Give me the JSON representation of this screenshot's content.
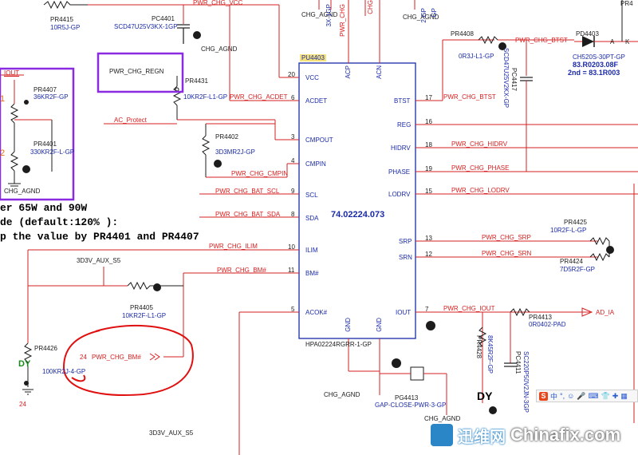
{
  "labels": {
    "ic_ref": "PU4403",
    "ic_code": "74.02224.073",
    "ic_part": "HPA02224RGRR-1-GP",
    "pins_left": [
      "VCC",
      "ACDET",
      "CMPOUT",
      "CMPIN",
      "SCL",
      "SDA",
      "ILIM",
      "BM#",
      "ACOK#"
    ],
    "pins_left_num": [
      "20",
      "6",
      "3",
      "4",
      "9",
      "8",
      "10",
      "11",
      "5"
    ],
    "pins_right": [
      "BTST",
      "REG",
      "HIDRV",
      "PHASE",
      "LODRV",
      "SRP",
      "SRN",
      "IOUT"
    ],
    "pins_right_num": [
      "17",
      "16",
      "18",
      "19",
      "15",
      "13",
      "12",
      "7"
    ],
    "pins_top": [
      "ACP",
      "ACN"
    ],
    "pins_bottom": [
      "GND",
      "GND"
    ],
    "nets": {
      "vcc_top": "PWR_CHG_VCC",
      "acdet": "PWR_CHG_ACDET",
      "ac_protect": "AC_Protect",
      "cmpin": "PWR_CHG_CMPIN",
      "scl": "PWR_CHG_BAT_SCL",
      "sda": "PWR_CHG_BAT_SDA",
      "ilim": "PWR_CHG_ILIM",
      "bm": "PWR_CHG_BM#",
      "btst1": "PWR_CHG_BTST",
      "btst2": "PWR_CHG_BTST",
      "hidrv": "PWR_CHG_HIDRV",
      "phase": "PWR_CHG_PHASE",
      "lodrv": "PWR_CHG_LODRV",
      "srp": "PWR_CHG_SRP",
      "srn": "PWR_CHG_SRN",
      "iout": "PWR_CHG_IOUT",
      "regn": "PWR_CHG_REGN",
      "ad_ia": "AD_IA",
      "agnd": "CHG_AGND",
      "aux": "3D3V_AUX_S5",
      "aux2": "3D3V_AUX_S5",
      "iout_left": "IOUT",
      "bm_offpage": "PWR_CHG_BM#",
      "bm_offpage_num": "24",
      "pr4426_num": "24"
    },
    "parts": {
      "pr4415": "PR4415",
      "pr4415_v": "10R5J-GP",
      "pc4401": "PC4401",
      "pc4401_v": "SCD47U25V3KX-1GP",
      "pr4431": "PR4431",
      "pr4431_v": "10KR2F-L1-GP",
      "pr4402": "PR4402",
      "pr4402_v": "3D3MR2J-GP",
      "pr4407": "PR4407",
      "pr4407_v": "36KR2F-GP",
      "pr4401": "PR4401",
      "pr4401_v": "330KR2F-L-GP",
      "pr4405": "PR4405",
      "pr4405_v": "10KR2F-L1-GP",
      "pr4426": "PR4426",
      "pr4426_v": "100KR2J-4-GP",
      "pr4408": "PR4408",
      "pr4408_v": "0R3J-L1-GP",
      "pc4417": "PC4417",
      "pc4417_v": "SCD47U25V2KX-GP",
      "pd4403": "PD4403",
      "pd4403_v": "CH520S-30PT-GP",
      "pd4403_c1": "83.R0203.08F",
      "pd4403_c2": "2nd = 83.1R003",
      "pr4425": "PR4425",
      "pr4425_v": "10R2F-L-GP",
      "pr4424": "PR4424",
      "pr4424_v": "7D5R2F-GP",
      "pr4413": "PR4413",
      "pr4413_v": "0R0402-PAD",
      "pr4428": "PR4428",
      "pr4428_v": "8K45R2F-GP",
      "pc4411": "PC4411",
      "pc4411_v": "SC220P50V2JN-3GP",
      "pg4413": "PG4413",
      "pg4413_v": "GAP-CLOSE-PWR-3-GP"
    },
    "notes": [
      "er 65W and 90W",
      "de (default:120% ):",
      "p the value by PR4401 and PR4407"
    ],
    "misc": {
      "r1": "1",
      "r2": "2",
      "dy_green": "DY",
      "dy_black": "DY",
      "pin_a": "A",
      "diode_k": "K",
      "chg_agnd_top1": "CHG_AGND",
      "chg_agnd_top2": "CHG_AGND",
      "chg_top": "CHG",
      "top_frag": "3X-1GP",
      "top_frag2": "2-GP",
      "top_frag3": "GP",
      "top_frag4": "PWR_CHG",
      "corner_frag": "PR4"
    }
  },
  "toolbar": {
    "logo": "S",
    "items": [
      "中",
      "°,",
      "☺",
      "🎤",
      "⌨",
      "👕",
      "✚",
      "▦"
    ]
  },
  "watermark": {
    "cn": "迅维网",
    "en": "Chinafix.com"
  },
  "colors": {
    "wire": "#d62020",
    "ic_box": "#1a2aa8",
    "annotation": "#e01010",
    "highlight_box": "#8a2be2",
    "component": "#1c1c1c"
  }
}
